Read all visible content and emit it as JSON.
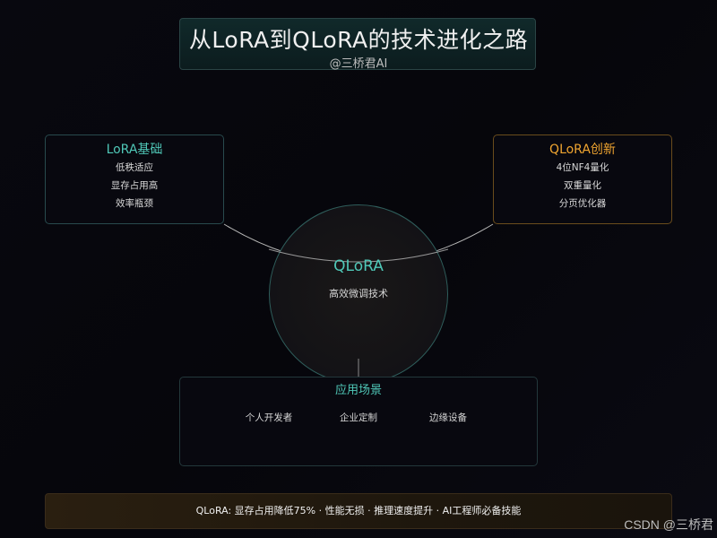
{
  "header": {
    "title": "从LoRA到QLoRA的技术进化之路",
    "author": "@三桥君AI"
  },
  "lora_card": {
    "title": "LoRA基础",
    "items": [
      "低秩适应",
      "显存占用高",
      "效率瓶颈"
    ],
    "accent_color": "#4fc7b7"
  },
  "qlora_card": {
    "title": "QLoRA创新",
    "items": [
      "4位NF4量化",
      "双重量化",
      "分页优化器"
    ],
    "accent_color": "#f0a530"
  },
  "center": {
    "title": "QLoRA",
    "subtitle": "高效微调技术"
  },
  "applications": {
    "title": "应用场景",
    "items": [
      "个人开发者",
      "企业定制",
      "边缘设备"
    ]
  },
  "footer": {
    "text": "QLoRA: 显存占用降低75% · 性能无损 · 推理速度提升 · AI工程师必备技能"
  },
  "watermark": "CSDN @三桥君"
}
